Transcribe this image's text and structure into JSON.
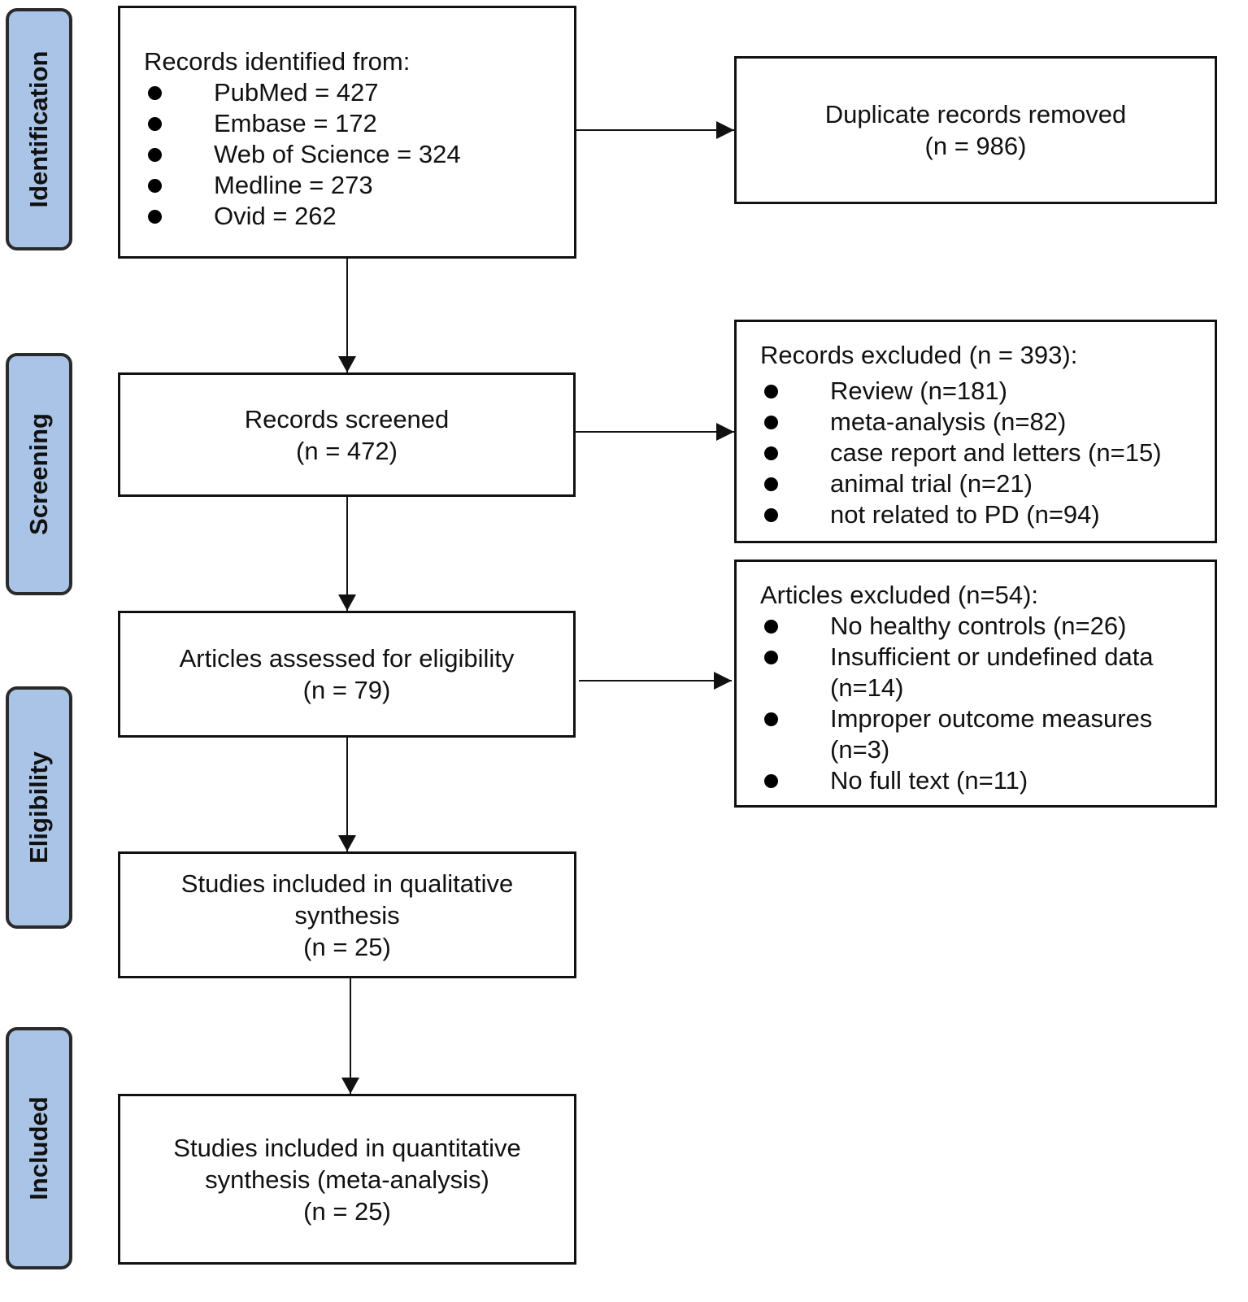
{
  "stages": [
    "Identification",
    "Screening",
    "Eligibility",
    "Included"
  ],
  "identified": {
    "heading": "Records identified from:",
    "items": [
      "PubMed = 427",
      "Embase = 172",
      "Web of Science = 324",
      "Medline = 273",
      "Ovid = 262"
    ]
  },
  "duplicates": {
    "line1": "Duplicate records removed",
    "line2": "(n = 986)"
  },
  "screened": {
    "line1": "Records screened",
    "line2": "(n = 472)"
  },
  "records_excluded": {
    "heading": "Records excluded (n = 393):",
    "items": [
      "Review (n=181)",
      "meta-analysis (n=82)",
      "case report and letters (n=15)",
      "animal trial (n=21)",
      "not related to PD (n=94)"
    ]
  },
  "assessed": {
    "line1": "Articles assessed for eligibility",
    "line2": "(n = 79)"
  },
  "articles_excluded": {
    "heading": "Articles excluded (n=54):",
    "items": [
      "No healthy controls (n=26)",
      "Insufficient or undefined data (n=14)",
      "Improper outcome measures (n=3)",
      "No full text (n=11)"
    ]
  },
  "qualitative": {
    "line1": "Studies included in qualitative",
    "line2": "synthesis",
    "line3": "(n = 25)"
  },
  "quantitative": {
    "line1": "Studies included in quantitative",
    "line2": "synthesis (meta-analysis)",
    "line3": "(n = 25)"
  }
}
